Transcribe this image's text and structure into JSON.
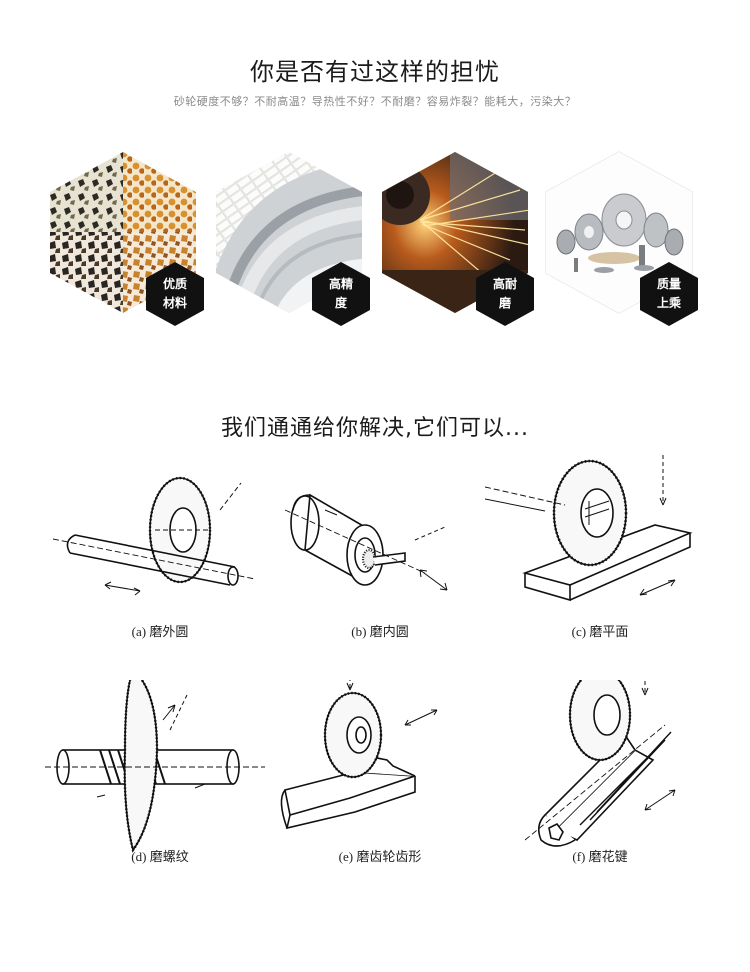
{
  "header": {
    "title": "你是否有过这样的担忧",
    "subtitle": "砂轮硬度不够？不耐高温？导热性不好？不耐磨？容易炸裂？能耗大，污染大？"
  },
  "features": [
    {
      "label": "优质\n材料",
      "icon": "abrasive-grains-image"
    },
    {
      "label": "高精\n度",
      "icon": "wheel-closeup-image"
    },
    {
      "label": "高耐\n磨",
      "icon": "grinding-sparks-image"
    },
    {
      "label": "质量\n上乘",
      "icon": "product-set-image"
    }
  ],
  "solutions": {
    "title": "我们通通给你解决,它们可以...",
    "items": [
      {
        "caption": "(a) 磨外圆",
        "icon": "external-cylindrical-grinding-icon"
      },
      {
        "caption": "(b) 磨内圆",
        "icon": "internal-grinding-icon"
      },
      {
        "caption": "(c) 磨平面",
        "icon": "surface-grinding-icon"
      },
      {
        "caption": "(d) 磨螺纹",
        "icon": "thread-grinding-icon"
      },
      {
        "caption": "(e) 磨齿轮齿形",
        "icon": "gear-tooth-grinding-icon"
      },
      {
        "caption": "(f) 磨花键",
        "icon": "spline-grinding-icon"
      }
    ]
  },
  "colors": {
    "badge": "#111111",
    "text": "#1b1b1b",
    "subtitle": "#8a8a8a"
  }
}
